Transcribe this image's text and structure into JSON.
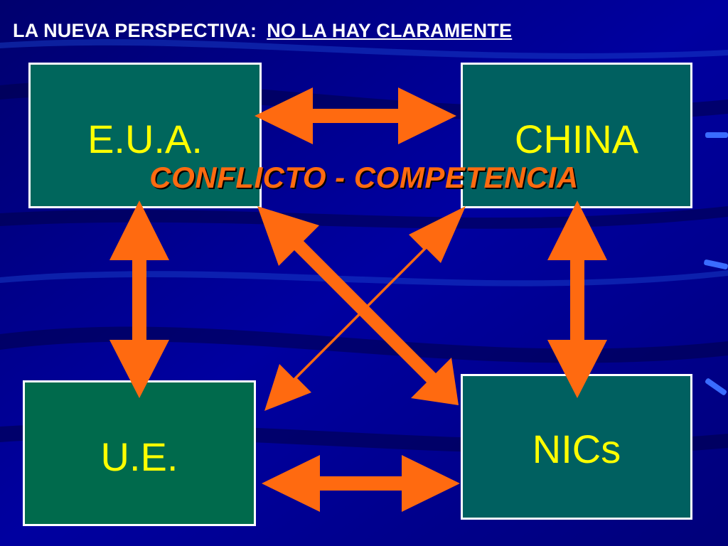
{
  "slide": {
    "title_main": "LA NUEVA PERSPECTIVA:",
    "title_sub": "NO LA HAY CLARAMENTE",
    "conflict_label": "CONFLICTO - COMPETENCIA"
  },
  "nodes": {
    "eua": "E.U.A.",
    "china": "CHINA",
    "ue": "U.E.",
    "nics": "NICs"
  },
  "colors": {
    "background": "#00008f",
    "box_fill": "#006060",
    "box_border": "#ffffff",
    "node_text": "#ffff00",
    "arrow": "#ff6a10",
    "title_text": "#ffffff"
  }
}
